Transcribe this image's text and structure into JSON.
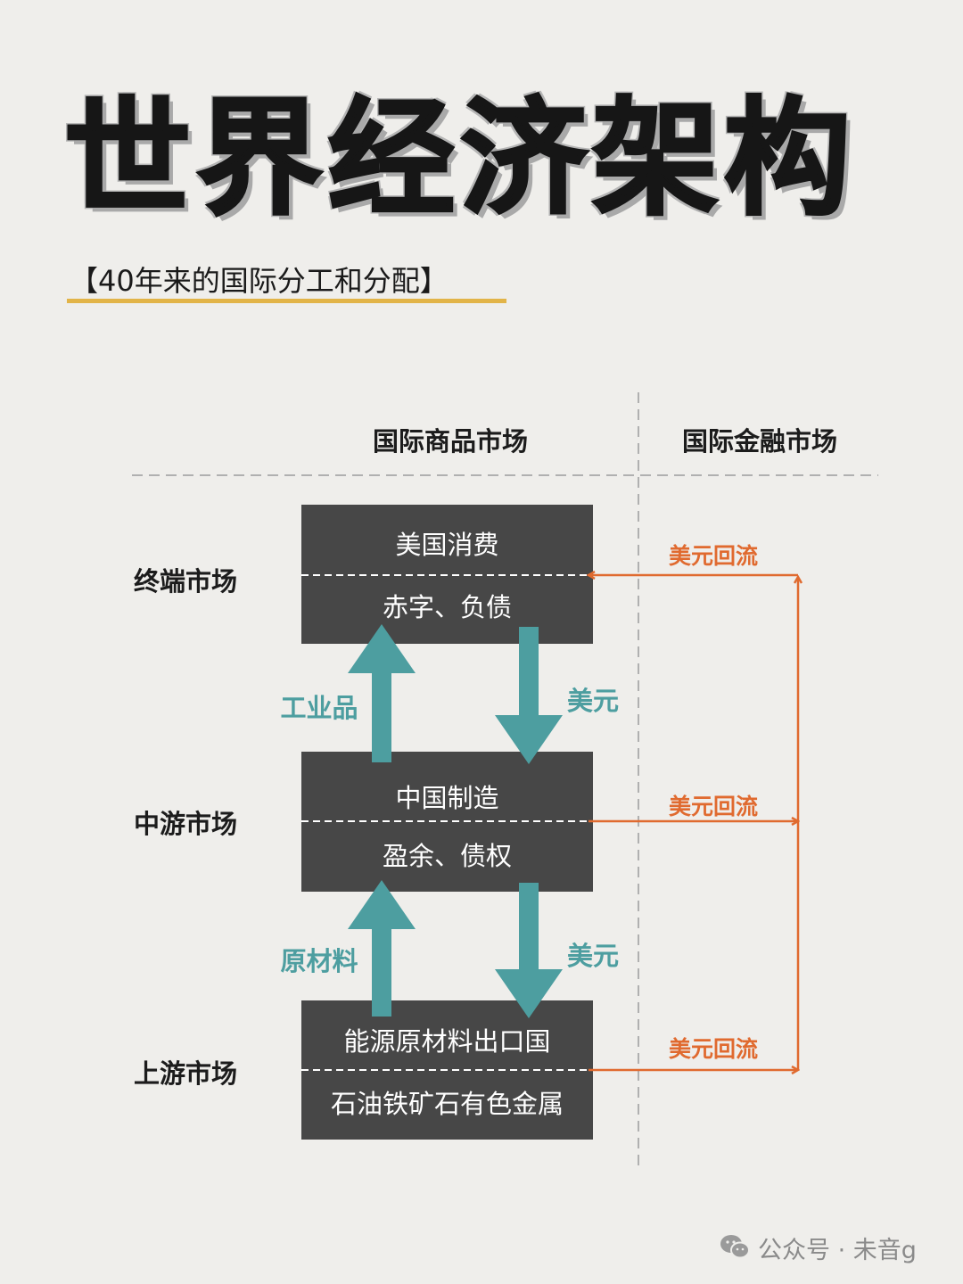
{
  "title": "世界经济架构",
  "subtitle": "【40年来的国际分工和分配】",
  "columns": {
    "goods": "国际商品市场",
    "finance": "国际金融市场"
  },
  "rows": [
    {
      "label": "终端市场",
      "top": "美国消费",
      "bottom": "赤字、负债"
    },
    {
      "label": "中游市场",
      "top": "中国制造",
      "bottom": "盈余、债权"
    },
    {
      "label": "上游市场",
      "top": "能源原材料出口国",
      "bottom": "石油铁矿石有色金属"
    }
  ],
  "flows": {
    "up1": "工业品",
    "down1": "美元",
    "up2": "原材料",
    "down2": "美元",
    "return": [
      "美元回流",
      "美元回流",
      "美元回流"
    ]
  },
  "watermark": "公众号 · 未音g",
  "colors": {
    "box": "#474747",
    "teal": "#4d9ea0",
    "orange": "#e06a2f",
    "underline": "#e2b448"
  }
}
